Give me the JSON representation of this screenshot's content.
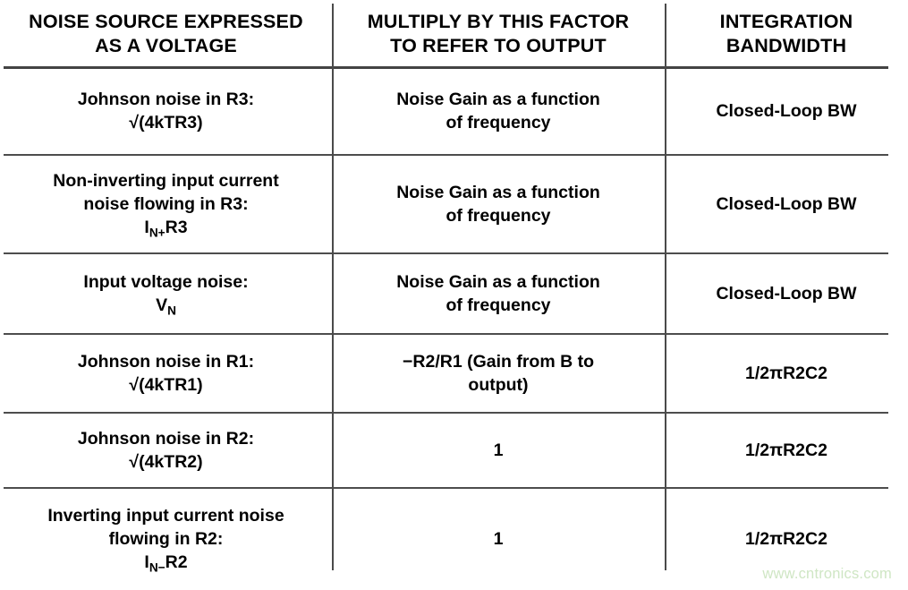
{
  "document": {
    "title": "Op Amp Noise Source Contribution Table",
    "watermark": "www.cntronics.com",
    "watermark_color": "#cfe6c4",
    "rule_color": "#4d4d4d",
    "text_color": "#000000",
    "background": "#ffffff"
  },
  "table": {
    "columns": [
      {
        "id": "noise-source",
        "header_line1": "NOISE SOURCE EXPRESSED",
        "header_line2": "AS A VOLTAGE"
      },
      {
        "id": "multiply-factor",
        "header_line1": "MULTIPLY BY THIS FACTOR",
        "header_line2": "TO REFER TO OUTPUT"
      },
      {
        "id": "integration-bandwidth",
        "header_line1": "INTEGRATION",
        "header_line2": "BANDWIDTH"
      }
    ],
    "rows": [
      {
        "source_line1": "Johnson noise in R3:",
        "source_line2": "√(4kTR3)",
        "source_sub": "",
        "source_tail": "",
        "factor_line1": "Noise Gain as a function",
        "factor_line2": "of frequency",
        "bandwidth": "Closed-Loop BW"
      },
      {
        "source_line1": "Non-inverting input current",
        "source_line2": "noise flowing in R3:",
        "source_line3_base": "I",
        "source_sub": "N+",
        "source_tail": "R3",
        "factor_line1": "Noise Gain as a function",
        "factor_line2": "of frequency",
        "bandwidth": "Closed-Loop BW"
      },
      {
        "source_line1": "Input voltage noise:",
        "source_line3_base": "V",
        "source_sub": "N",
        "source_tail": "",
        "factor_line1": "Noise Gain as a function",
        "factor_line2": "of frequency",
        "bandwidth": "Closed-Loop BW"
      },
      {
        "source_line1": "Johnson noise in R1:",
        "source_line2": "√(4kTR1)",
        "factor_line1": "−R2/R1 (Gain from B to",
        "factor_line2": "output)",
        "bandwidth": "1/2πR2C2"
      },
      {
        "source_line1": "Johnson noise in R2:",
        "source_line2": "√(4kTR2)",
        "factor_line1": "1",
        "factor_line2": "",
        "bandwidth": "1/2πR2C2"
      },
      {
        "source_line1": "Inverting input current noise",
        "source_line2": "flowing in R2:",
        "source_line3_base": "I",
        "source_sub": "N−",
        "source_tail": "R2",
        "factor_line1": "1",
        "factor_line2": "",
        "bandwidth": "1/2πR2C2"
      }
    ]
  }
}
